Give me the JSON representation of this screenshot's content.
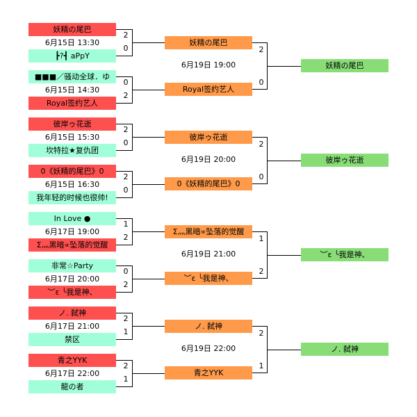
{
  "colors": {
    "winner": "#ff5050",
    "loser": "#a0ffd8",
    "semi": "#ff9a4a",
    "final": "#88dd77"
  },
  "groups": [
    {
      "matches": [
        {
          "top": "妖精の尾巴",
          "bottom": "┣?┫ aPpY",
          "date": "6月15日 13:30",
          "top_score": "2",
          "bottom_score": "0",
          "winner": "top"
        },
        {
          "top": "■■■／骚动全球．ゆ",
          "bottom": "Royal签约艺人",
          "date": "6月15日 14:30",
          "top_score": "0",
          "bottom_score": "2",
          "winner": "bottom"
        }
      ],
      "semi": {
        "top": "妖精の尾巴",
        "bottom": "Royal签约艺人",
        "date": "6月19日 19:00",
        "top_score": "2",
        "bottom_score": "0"
      },
      "final": "妖精の尾巴"
    },
    {
      "matches": [
        {
          "top": "彼岸ゥ花逝",
          "bottom": "坎特拉★复仇团",
          "date": "6月15日 15:30",
          "top_score": "2",
          "bottom_score": "0",
          "winner": "top"
        },
        {
          "top": "0《妖精的尾巴》0",
          "bottom": "我年轻的时候也很帅!",
          "date": "6月15日 16:30",
          "top_score": "2",
          "bottom_score": "0",
          "winner": "top"
        }
      ],
      "semi": {
        "top": "彼岸ゥ花逝",
        "bottom": "0《妖精的尾巴》0",
        "date": "6月19日 20:00",
        "top_score": "2",
        "bottom_score": "0"
      },
      "final": "彼岸ゥ花逝"
    },
    {
      "matches": [
        {
          "top": "In  Love  ●",
          "bottom": "Σ灬黑暗∝坠落的觉醒",
          "date": "6月17日 19:00",
          "top_score": "1",
          "bottom_score": "2",
          "winner": "bottom"
        },
        {
          "top": "非常☆Party",
          "bottom": "︶ε ╰我是神、",
          "date": "6月17日 20:00",
          "top_score": "0",
          "bottom_score": "2",
          "winner": "bottom"
        }
      ],
      "semi": {
        "top": "Σ灬黑暗∝坠落的觉醒",
        "bottom": "︶ε ╰我是神、",
        "date": "6月19日 21:00",
        "top_score": "1",
        "bottom_score": "2"
      },
      "final": "︶ε ╰我是神、"
    },
    {
      "matches": [
        {
          "top": "ノ.  弑神",
          "bottom": "禁区",
          "date": "6月17日 21:00",
          "top_score": "2",
          "bottom_score": "1",
          "winner": "top"
        },
        {
          "top": "青之YYK",
          "bottom": "龍の者",
          "date": "6月17日 22:00",
          "top_score": "2",
          "bottom_score": "1",
          "winner": "top"
        }
      ],
      "semi": {
        "top": "ノ.  弑神",
        "bottom": "青之YYK",
        "date": "6月19日 22:00",
        "top_score": "2",
        "bottom_score": "1"
      },
      "final": "ノ.  弑神"
    }
  ]
}
